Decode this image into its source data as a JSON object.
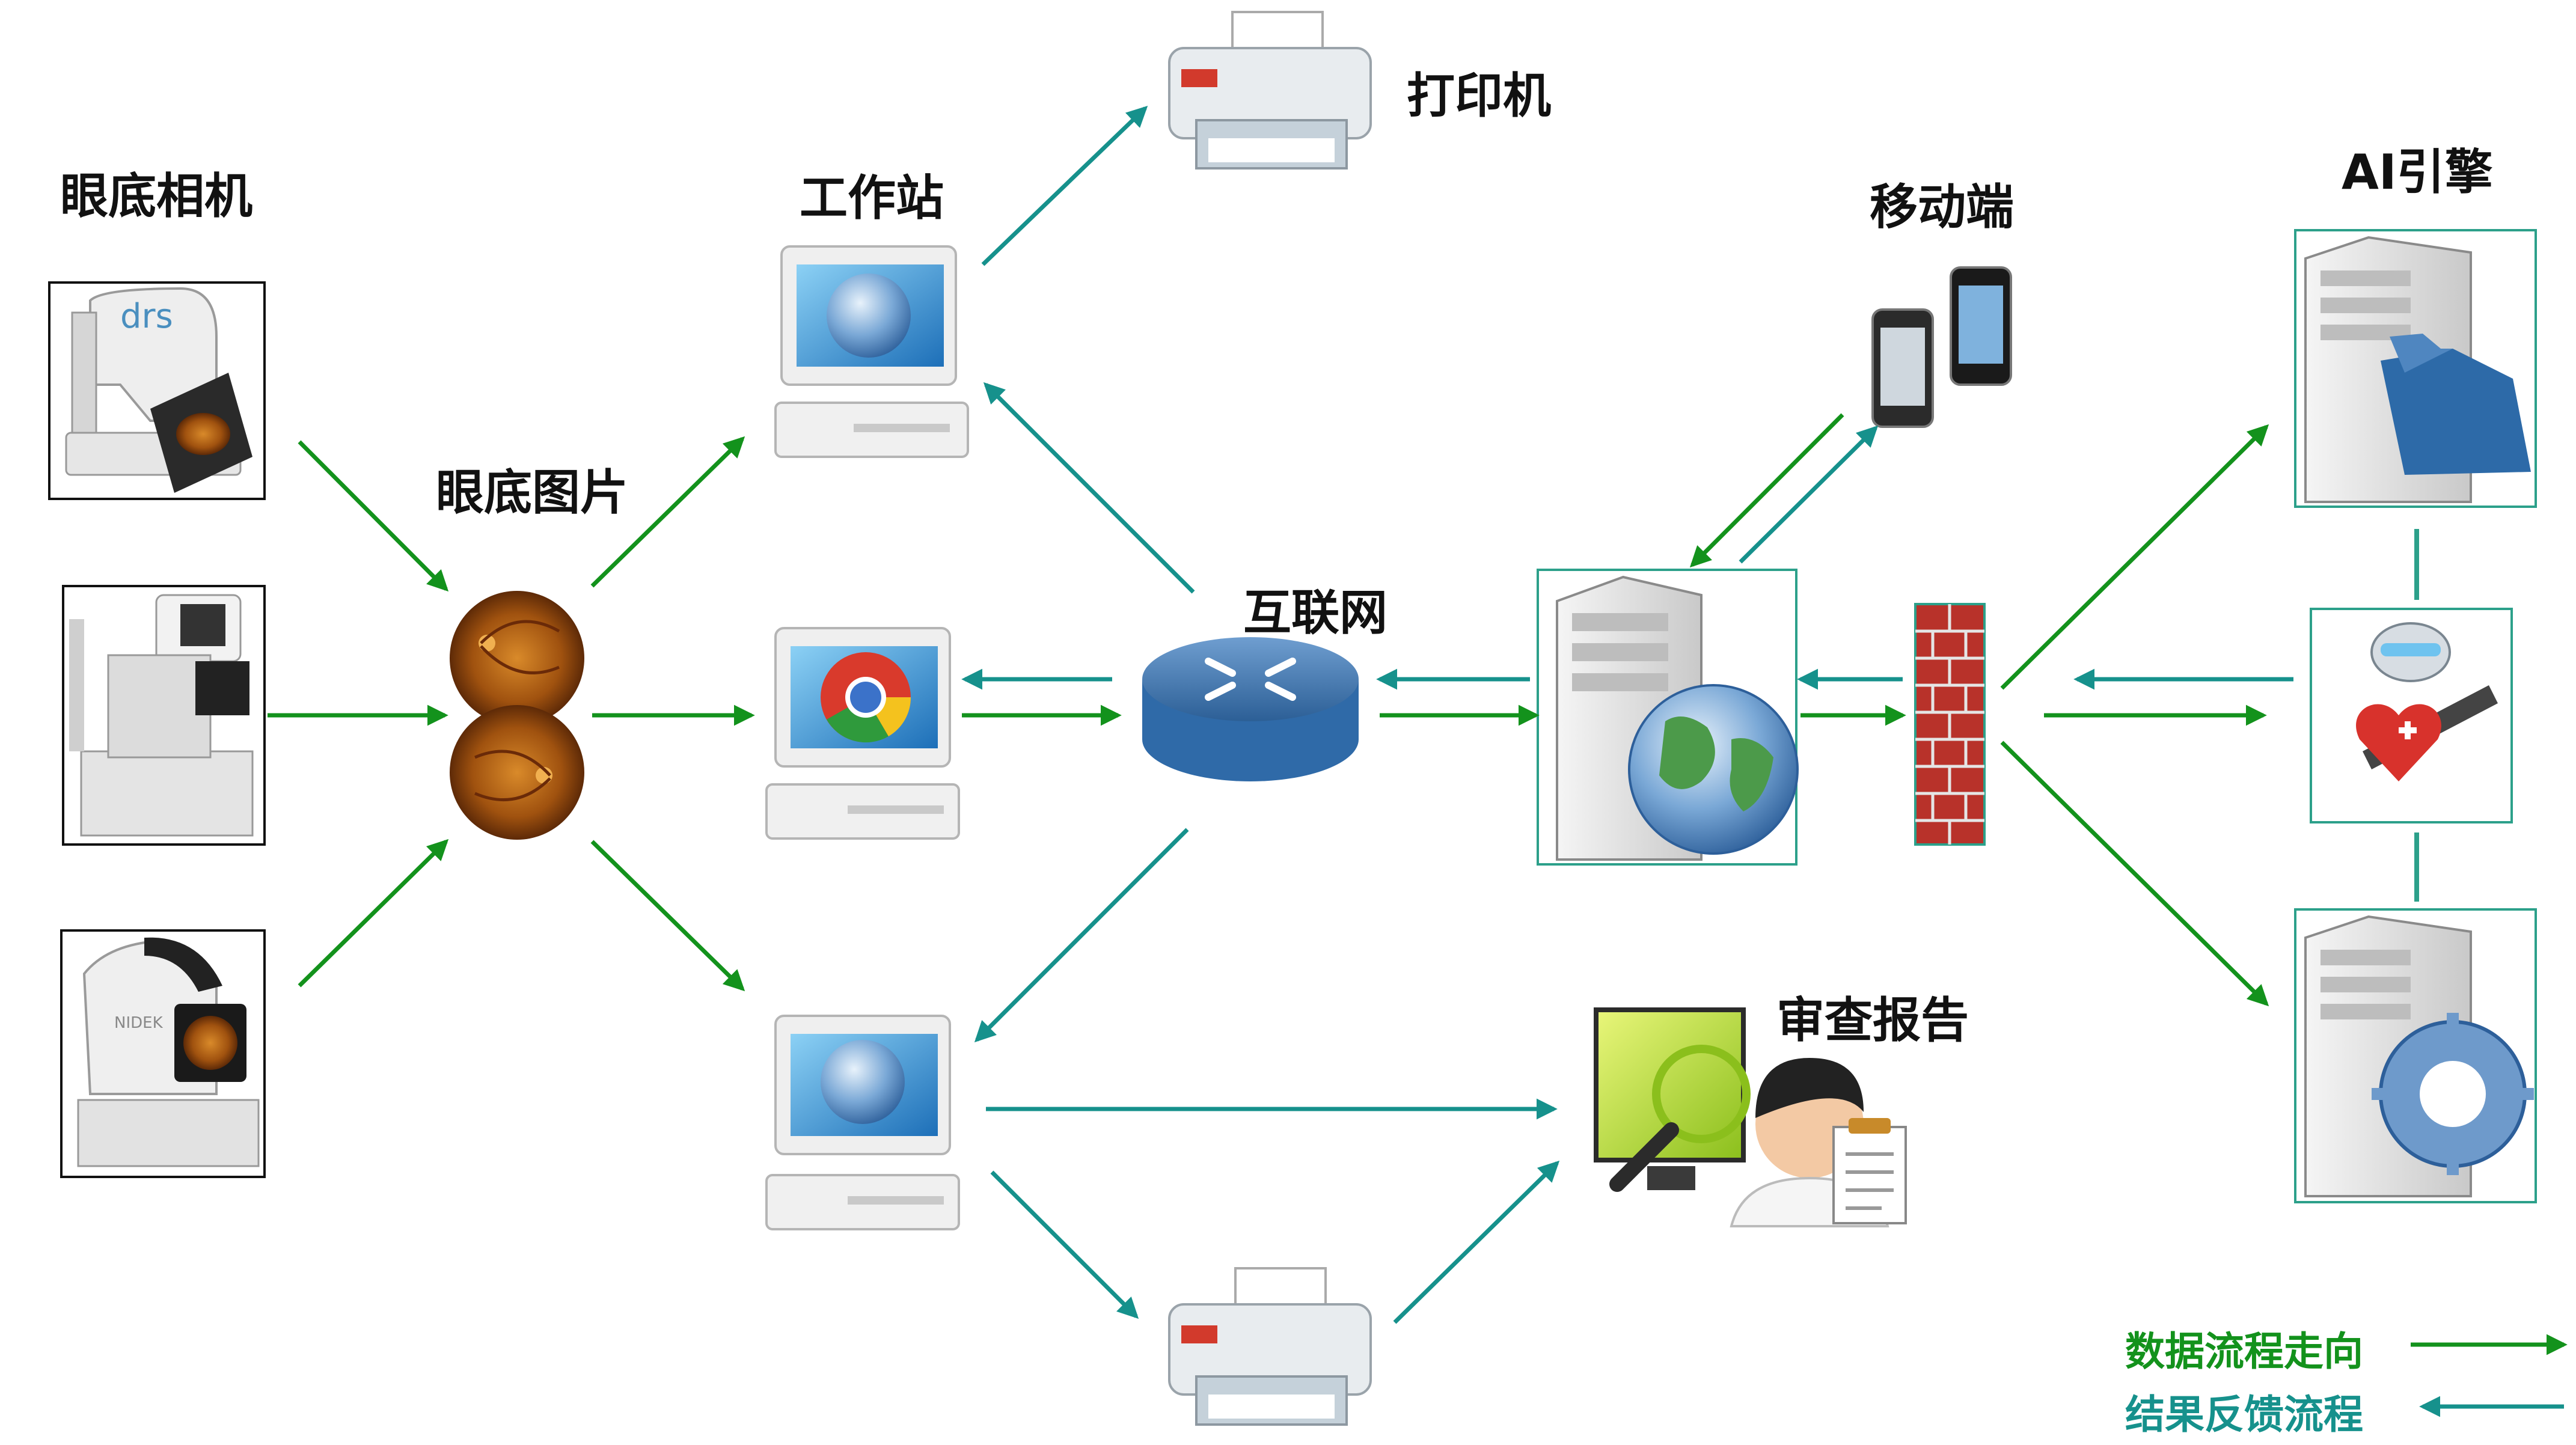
{
  "labels": {
    "camera": "眼底相机",
    "fundus": "眼底图片",
    "workstation": "工作站",
    "printer": "打印机",
    "internet": "互联网",
    "mobile": "移动端",
    "ai": "AI引擎",
    "review": "审查报告",
    "camera1_brand": "drs",
    "camera3_brand": "NIDEK"
  },
  "legend": {
    "data_flow": "数据流程走向",
    "feedback_flow": "结果反馈流程"
  },
  "colors": {
    "data_flow": "#13921c",
    "feedback_flow": "#16918c",
    "box_border": "#2ca08a",
    "fundus_dark": "#5a2a08",
    "fundus_light": "#c8761c",
    "firewall": "#b8322a"
  },
  "icons": {
    "camera": "fundus-camera-icon",
    "fundus": "retina-image-icon",
    "workstation": "desktop-computer-icon",
    "browser": "chrome-logo-icon",
    "globe": "globe-icon",
    "printer": "printer-icon",
    "router": "router-icon",
    "server": "web-server-icon",
    "firewall": "firewall-icon",
    "mobile": "smartphone-icon",
    "ai_folder": "folder-server-icon",
    "ai_robot": "robot-icon",
    "ai_gear": "gear-server-icon",
    "review": "doctor-review-icon"
  }
}
